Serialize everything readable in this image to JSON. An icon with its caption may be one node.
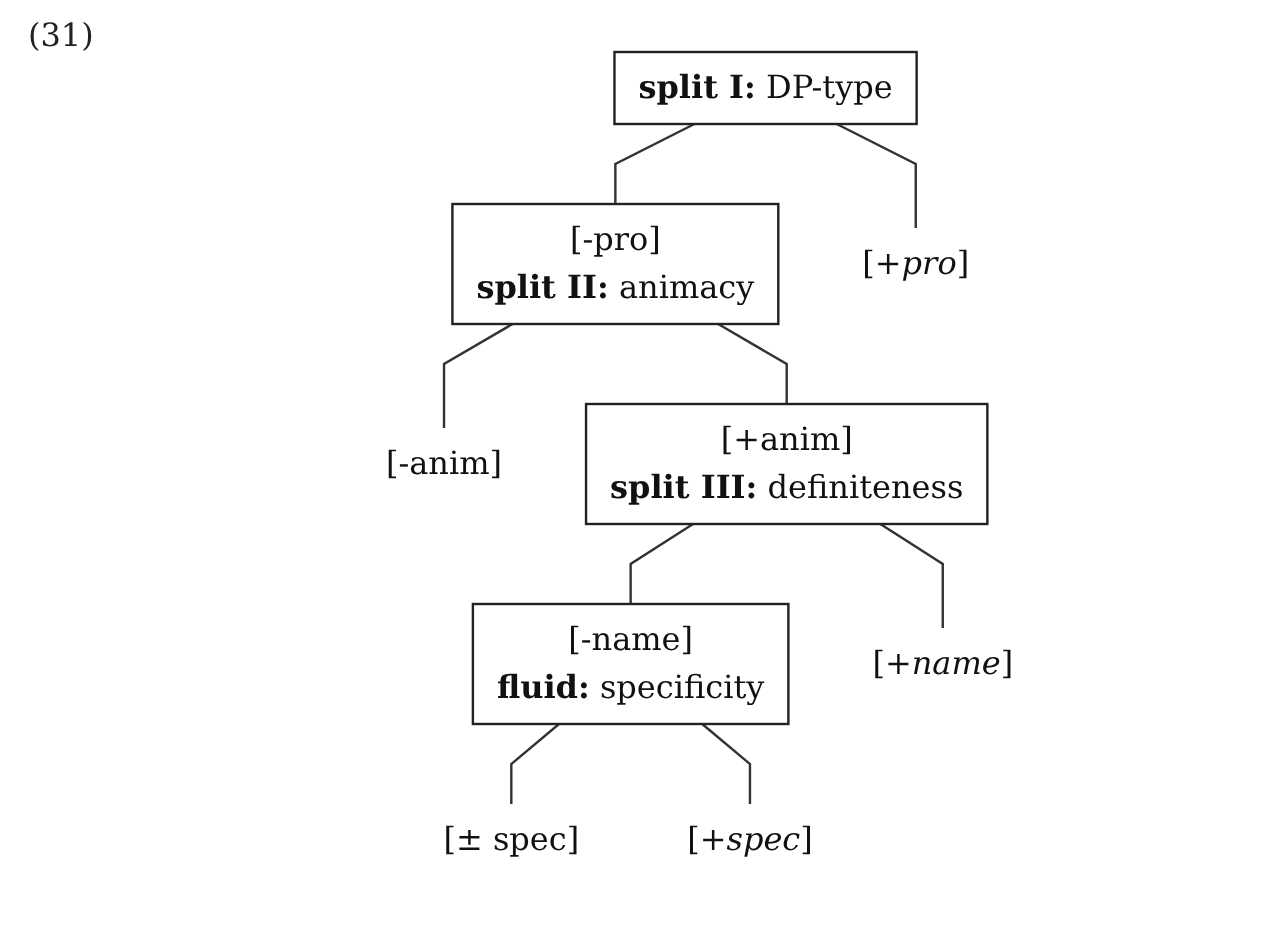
{
  "diagram": {
    "nodes": [
      {
        "text": [
          "**split I:** DP-type"
        ]
      },
      {
        "text": [
          "[-pro]",
          "**split II:** animacy"
        ]
      },
      {
        "text": [
          "[*+pro*]"
        ]
      },
      {
        "text": [
          "[-anim]"
        ]
      },
      {
        "text": [
          "[+anim]",
          "**split III:** definiteness"
        ]
      },
      {
        "text": [
          "[-name]",
          "**fluid:** specificity"
        ]
      },
      {
        "text": [
          "[*+name*]"
        ]
      },
      {
        "text": [
          "[± spec]"
        ]
      },
      {
        "text": [
          "[*+spec*]"
        ]
      }
    ],
    "edges": [
      {
        "from": 0,
        "to": 1,
        "arrow": "none"
      },
      {
        "from": 0,
        "to": 2,
        "arrow": "none"
      },
      {
        "from": 1,
        "to": 3,
        "arrow": "none"
      },
      {
        "from": 1,
        "to": 4,
        "arrow": "none"
      },
      {
        "from": 4,
        "to": 5,
        "arrow": "none"
      },
      {
        "from": 4,
        "to": 6,
        "arrow": "none"
      },
      {
        "from": 5,
        "to": 7,
        "arrow": "none"
      },
      {
        "from": 5,
        "to": 8,
        "arrow": "none"
      }
    ],
    "labels": [
      "(31)"
    ]
  }
}
